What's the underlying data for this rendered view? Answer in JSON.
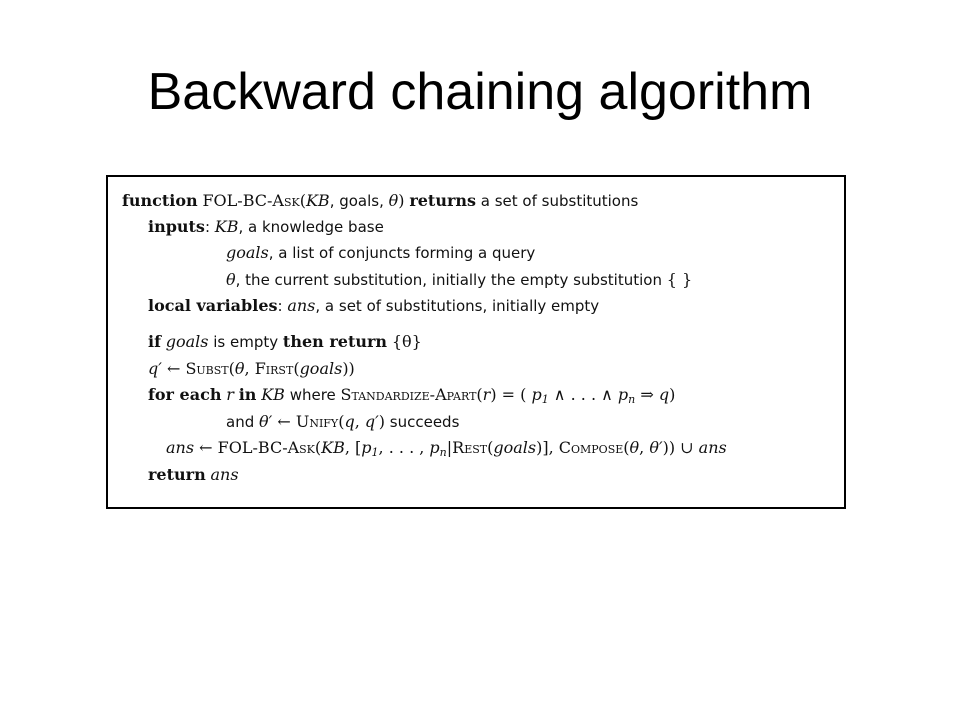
{
  "slide": {
    "title": "Backward chaining algorithm"
  },
  "algorithm": {
    "l1": {
      "kw_function": "function",
      "fn_name": "FOL-BC-",
      "fn_name_sc": "Ask",
      "open": "(",
      "kb": "KB",
      "sep1": ", goals, ",
      "theta": "θ",
      "close": ")",
      "kw_returns": "returns",
      "rest": " a set of substitutions"
    },
    "l2": {
      "kw_inputs": "inputs",
      "colon": ": ",
      "kb": "KB",
      "rest": ", a knowledge base"
    },
    "l3": {
      "goals": "goals",
      "rest": ", a list of conjuncts forming a query"
    },
    "l4": {
      "theta": "θ",
      "rest": ", the current substitution, initially the empty substitution ",
      "braces": "{ }"
    },
    "l5": {
      "kw_local": "local variables",
      "colon": ": ",
      "ans": "ans",
      "rest": ", a set of substitutions, initially empty"
    },
    "l6": {
      "kw_if": "if",
      "goals": "goals",
      "mid": " is empty ",
      "kw_then_return": "then return",
      "theta_set": "{θ}"
    },
    "l7": {
      "qprime": "q′",
      "arrow": " ← ",
      "subst": "Subst",
      "open": "(",
      "theta": "θ",
      "comma": ", ",
      "first": "First",
      "open2": "(",
      "goals": "goals",
      "close": "))"
    },
    "l8": {
      "kw_for_each": "for each",
      "r": "r",
      "kw_in": "in",
      "kb": "KB",
      "where": " where ",
      "std": "Standardize-Apart",
      "open": "(",
      "r2": "r",
      "close_eq": ") = ( ",
      "p1": "p",
      "sub1": "1",
      "and1": "  ∧  . . .  ∧  ",
      "pn": "p",
      "subn": "n",
      "implies": "  ⇒  ",
      "q": "q",
      "end": ")"
    },
    "l9": {
      "and_word": "and ",
      "thetaprime": "θ′",
      "arrow": " ← ",
      "unify": "Unify",
      "open": "(",
      "q": "q",
      "comma": ", ",
      "qprime": "q′",
      "close": ")",
      "rest": " succeeds"
    },
    "l10": {
      "ans": "ans",
      "arrow": " ← ",
      "fn_name": "FOL-BC-",
      "fn_name_sc": "Ask",
      "open": "(",
      "kb": "KB",
      "list_open": ", [",
      "p1": "p",
      "sub1": "1",
      "dots": ", . . . , ",
      "pn": "p",
      "subn": "n",
      "bar": "|",
      "rest_fn": "Rest",
      "open2": "(",
      "goals": "goals",
      "close2": ")], ",
      "compose": "Compose",
      "open3": "(",
      "theta": "θ",
      "comma": ", ",
      "thetaprime": "θ′",
      "close3": ")) ∪ ",
      "ans2": "ans"
    },
    "l11": {
      "kw_return": "return",
      "ans": "ans"
    }
  }
}
